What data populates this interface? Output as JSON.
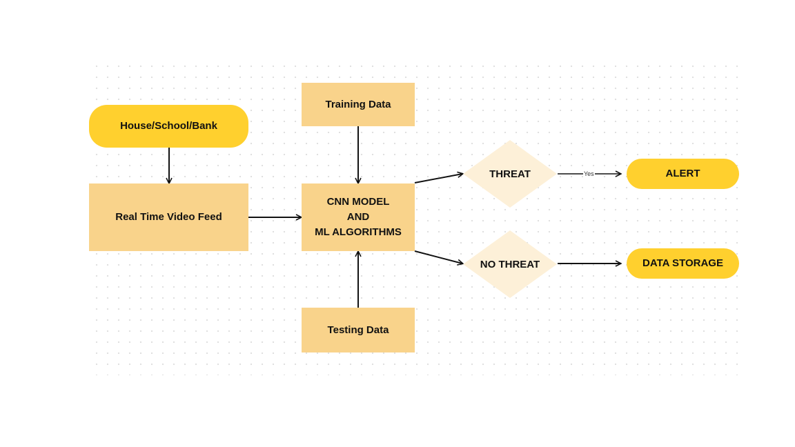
{
  "nodes": {
    "house": "House/School/Bank",
    "video_feed": "Real Time Video Feed",
    "training": "Training Data",
    "testing": "Testing Data",
    "cnn": [
      "CNN MODEL",
      "AND",
      "ML ALGORITHMS"
    ],
    "threat": "THREAT",
    "no_threat": "NO THREAT",
    "alert": "ALERT",
    "storage": "DATA STORAGE"
  },
  "edges": {
    "threat_to_alert": "Yes"
  },
  "colors": {
    "rect_fill": "#f9d38b",
    "pill_fill": "#ffd02e",
    "diamond_fill": "#fdf0d8",
    "arrow": "#111111"
  }
}
